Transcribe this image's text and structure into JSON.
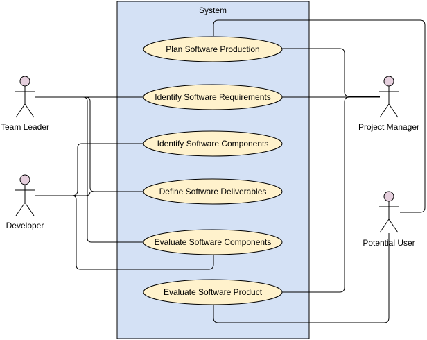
{
  "system": {
    "label": "System",
    "fill": "#d4e1f5",
    "stroke": "#000000"
  },
  "use_case_style": {
    "fill": "#fff2cc",
    "stroke": "#000000"
  },
  "actor_style": {
    "head_fill": "#e6d0de",
    "stroke": "#000000"
  },
  "actors": [
    {
      "id": "team-leader",
      "label": "Team Leader"
    },
    {
      "id": "developer",
      "label": "Developer"
    },
    {
      "id": "project-manager",
      "label": "Project Manager"
    },
    {
      "id": "potential-user",
      "label": "Potential User"
    }
  ],
  "use_cases": [
    {
      "id": "plan-software-production",
      "label": "Plan Software Production"
    },
    {
      "id": "identify-software-requirements",
      "label": "Identify Software Requirements"
    },
    {
      "id": "identify-software-components",
      "label": "Identify Software Components"
    },
    {
      "id": "define-software-deliverables",
      "label": "Define Software Deliverables"
    },
    {
      "id": "evaluate-software-components",
      "label": "Evaluate Software Components"
    },
    {
      "id": "evaluate-software-product",
      "label": "Evaluate Software Product"
    }
  ],
  "associations": [
    {
      "actor": "team-leader",
      "use_case": "identify-software-requirements"
    },
    {
      "actor": "team-leader",
      "use_case": "define-software-deliverables"
    },
    {
      "actor": "team-leader",
      "use_case": "evaluate-software-components"
    },
    {
      "actor": "developer",
      "use_case": "identify-software-components"
    },
    {
      "actor": "developer",
      "use_case": "define-software-deliverables"
    },
    {
      "actor": "developer",
      "use_case": "evaluate-software-components"
    },
    {
      "actor": "project-manager",
      "use_case": "plan-software-production"
    },
    {
      "actor": "project-manager",
      "use_case": "identify-software-requirements"
    },
    {
      "actor": "project-manager",
      "use_case": "evaluate-software-product"
    },
    {
      "actor": "potential-user",
      "use_case": "plan-software-production"
    },
    {
      "actor": "potential-user",
      "use_case": "evaluate-software-product"
    }
  ]
}
